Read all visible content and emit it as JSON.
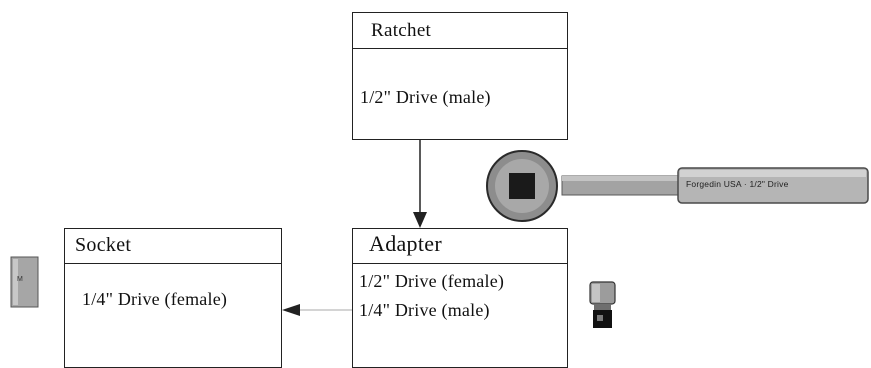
{
  "diagram": {
    "ratchet": {
      "title": "Ratchet",
      "attributes": [
        "1/2\" Drive (male)"
      ]
    },
    "adapter": {
      "title": "Adapter",
      "attributes": [
        "1/2\" Drive (female)",
        "1/4\" Drive (male)"
      ]
    },
    "socket": {
      "title": "Socket",
      "attributes": [
        "1/4\" Drive (female)"
      ]
    },
    "ratchet_photo_label": "Forgedin USA · 1/2\" Drive",
    "socket_photo_label": "M"
  },
  "colors": {
    "line": "#222222",
    "tool_gray": "#9a9a9a",
    "tool_dark": "#1a1a1a"
  }
}
